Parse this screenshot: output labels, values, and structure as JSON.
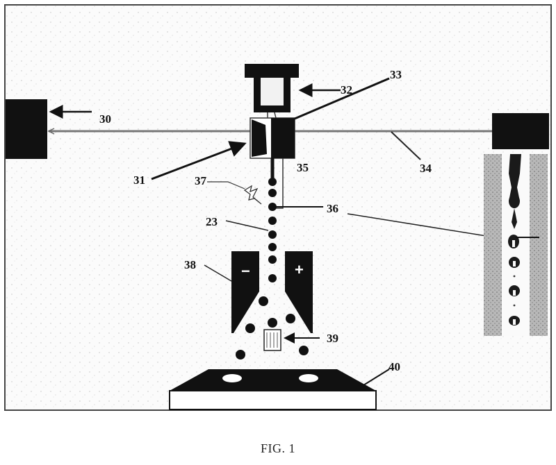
{
  "figure": {
    "caption": "FIG. 1",
    "labels": {
      "l30": "30",
      "l31": "31",
      "l32": "32",
      "l33": "33",
      "l34": "34",
      "l35": "35",
      "l36": "36",
      "l37": "37",
      "l23": "23",
      "l38": "38",
      "l39": "39",
      "l40": "40"
    },
    "electrode_signs": {
      "negative": "−",
      "positive": "+"
    }
  }
}
